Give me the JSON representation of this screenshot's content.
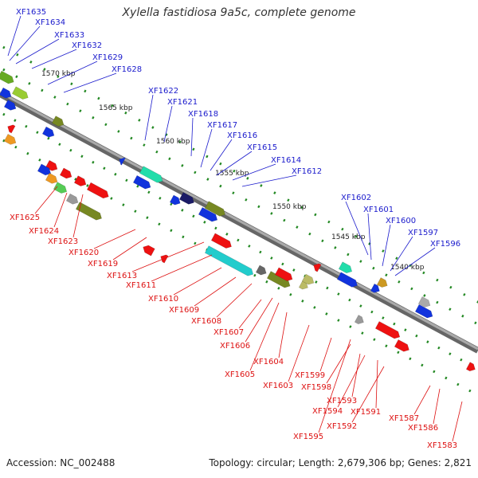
{
  "title": "Xylella fastidiosa 9a5c, complete genome",
  "footer": {
    "accession": "Accession: NC_002488",
    "summary": "Topology: circular; Length: 2,679,306 bp; Genes: 2,821"
  },
  "kbp_markers": [
    "1570 kbp",
    "1565 kbp",
    "1560 kbp",
    "1555 kbp",
    "1550 kbp",
    "1545 kbp",
    "1540 kbp"
  ],
  "genes_top": [
    "XF1635",
    "XF1634",
    "XF1633",
    "XF1632",
    "XF1629",
    "XF1628",
    "XF1622",
    "XF1621",
    "XF1618",
    "XF1617",
    "XF1616",
    "XF1615",
    "XF1614",
    "XF1612",
    "XF1602",
    "XF1601",
    "XF1600",
    "XF1597",
    "XF1596"
  ],
  "genes_bottom": [
    "XF1625",
    "XF1624",
    "XF1623",
    "XF1620",
    "XF1619",
    "XF1613",
    "XF1611",
    "XF1610",
    "XF1609",
    "XF1608",
    "XF1607",
    "XF1606",
    "XF1605",
    "XF1604",
    "XF1603",
    "XF1599",
    "XF1598",
    "XF1593",
    "XF1594",
    "XF1591",
    "XF1592",
    "XF1595",
    "XF1587",
    "XF1586",
    "XF1583"
  ],
  "colors": {
    "forward_label": "#1a1acc",
    "reverse_label": "#dd1111",
    "backbone": "#888888",
    "tick": "#228822"
  }
}
